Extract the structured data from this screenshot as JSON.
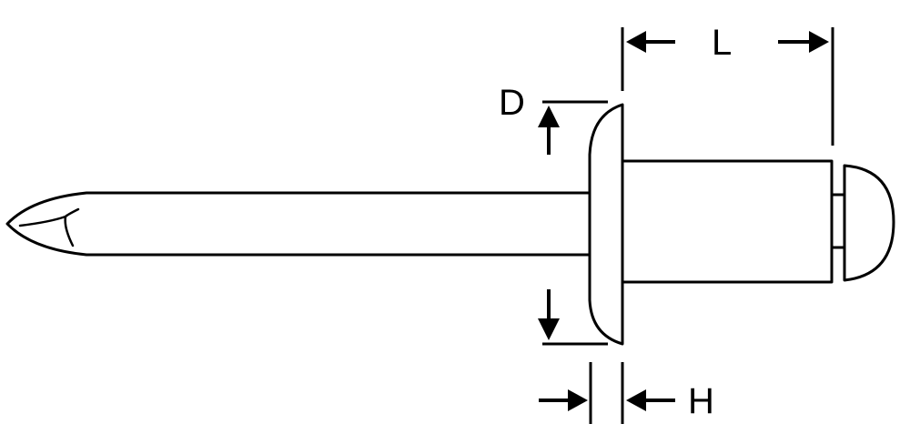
{
  "labels": {
    "length": "L",
    "diameter": "D",
    "head_height": "H"
  },
  "colors": {
    "ink": "#000000",
    "paper": "#ffffff"
  }
}
